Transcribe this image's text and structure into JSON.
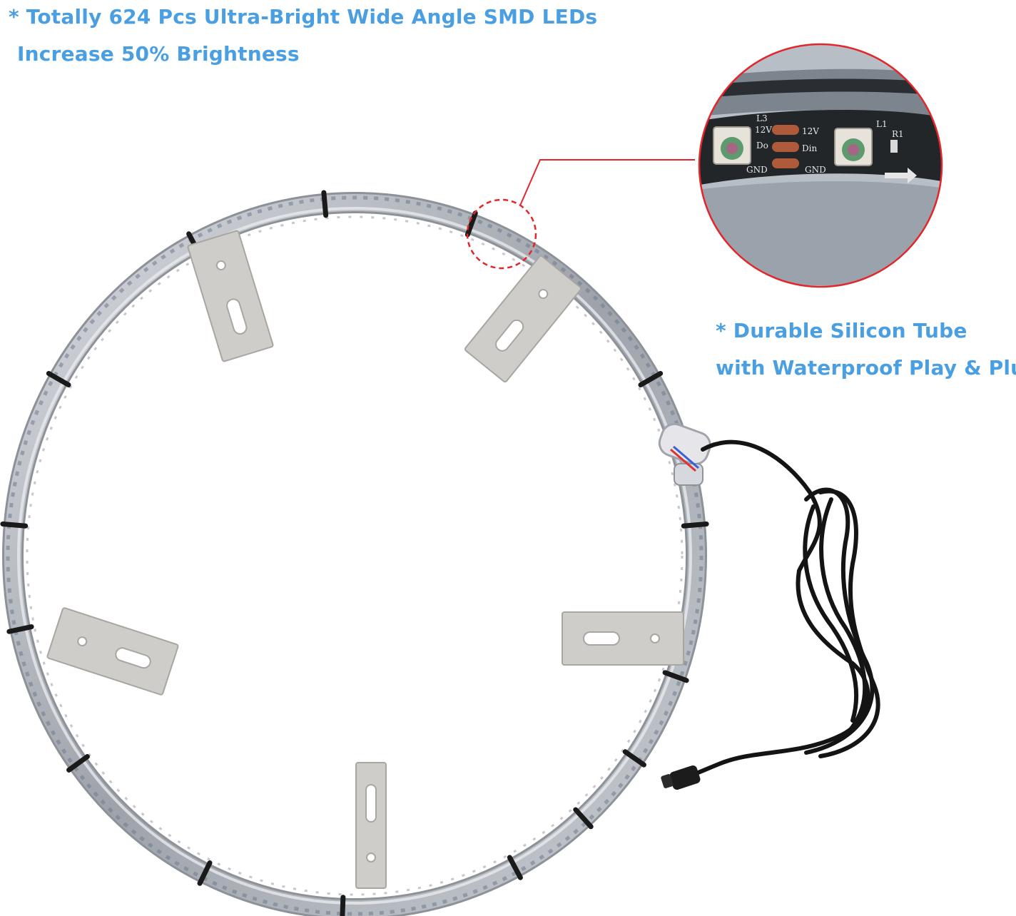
{
  "captions": {
    "top": {
      "line1": "* Totally 624 Pcs Ultra-Bright Wide Angle SMD LEDs",
      "line2": "Increase 50% Brightness"
    },
    "right": {
      "line1": "* Durable Silicon Tube",
      "line2": "with Waterproof Play & Plug"
    }
  },
  "zoom_inset": {
    "pcb_labels": {
      "l3": "L3",
      "v12_left": "12V",
      "do": "Do",
      "gnd_left": "GND",
      "v12_right": "12V",
      "l1": "L1",
      "din": "Din",
      "gnd_right": "GND",
      "r1": "R1"
    }
  },
  "colors": {
    "caption": "#4a9fe3",
    "callout": "#e3262b",
    "tube": "#b8bcc3",
    "bracket": "#cfcdc9",
    "cable": "#141414",
    "pcb": "#222629",
    "pad": "#b05a3c"
  }
}
